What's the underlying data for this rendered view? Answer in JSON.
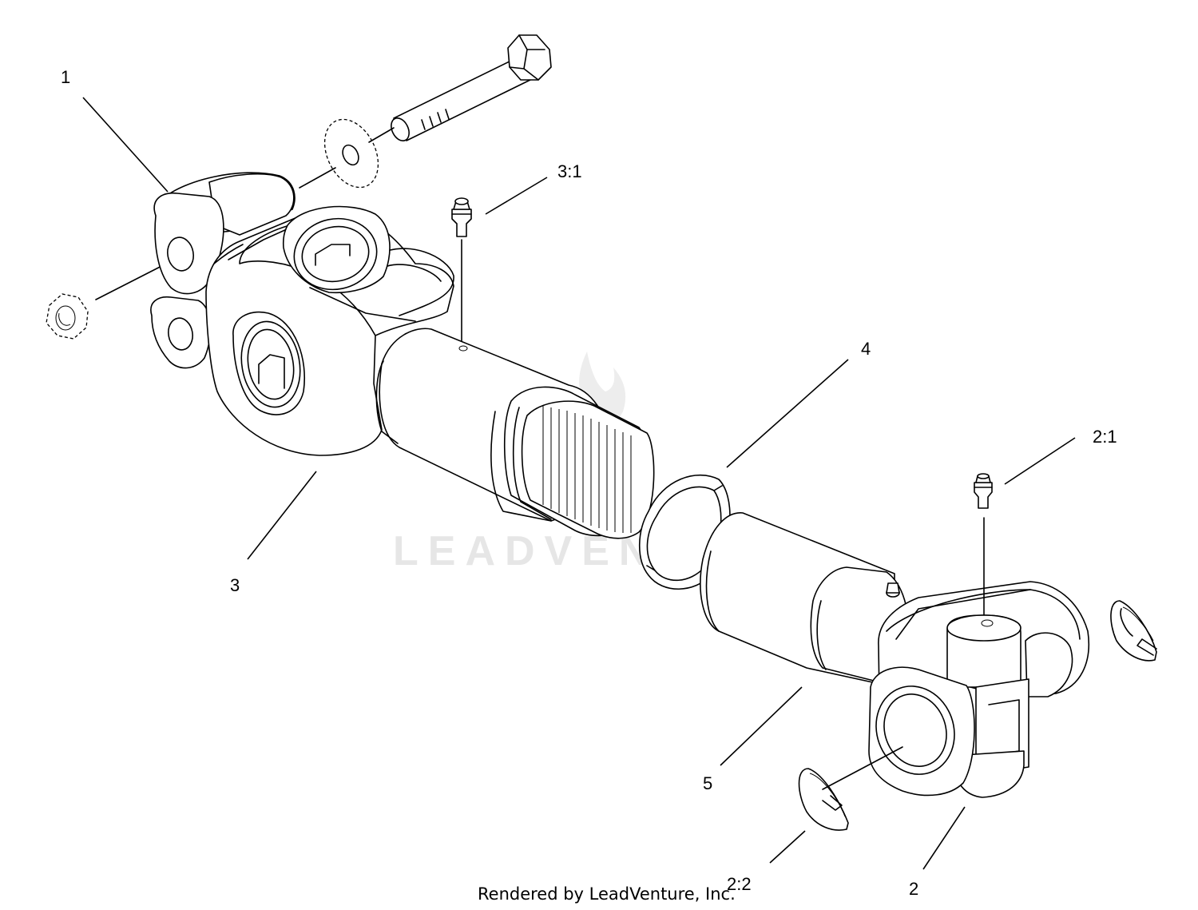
{
  "watermark": "LEADVENTURE",
  "footer": "Rendered by LeadVenture, Inc.",
  "callouts": {
    "c1": "1",
    "c3_1": "3:1",
    "c4": "4",
    "c2_1": "2:1",
    "c3": "3",
    "c5": "5",
    "c2_2": "2:2",
    "c2": "2"
  },
  "parts": [
    "hex-bolt",
    "lock-washer",
    "hex-nut",
    "yoke",
    "grease-fitting",
    "splined-shaft",
    "snap-ring",
    "tube",
    "u-joint-cross",
    "c-clip"
  ]
}
